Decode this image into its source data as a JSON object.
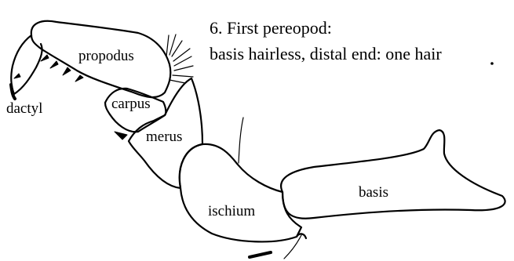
{
  "caption": {
    "line1": "6. First pereopod:",
    "line2": "basis hairless, distal end: one hair"
  },
  "labels": {
    "propodus": "propodus",
    "dactyl": "dactyl",
    "carpus": "carpus",
    "merus": "merus",
    "ischium": "ischium",
    "basis": "basis"
  }
}
